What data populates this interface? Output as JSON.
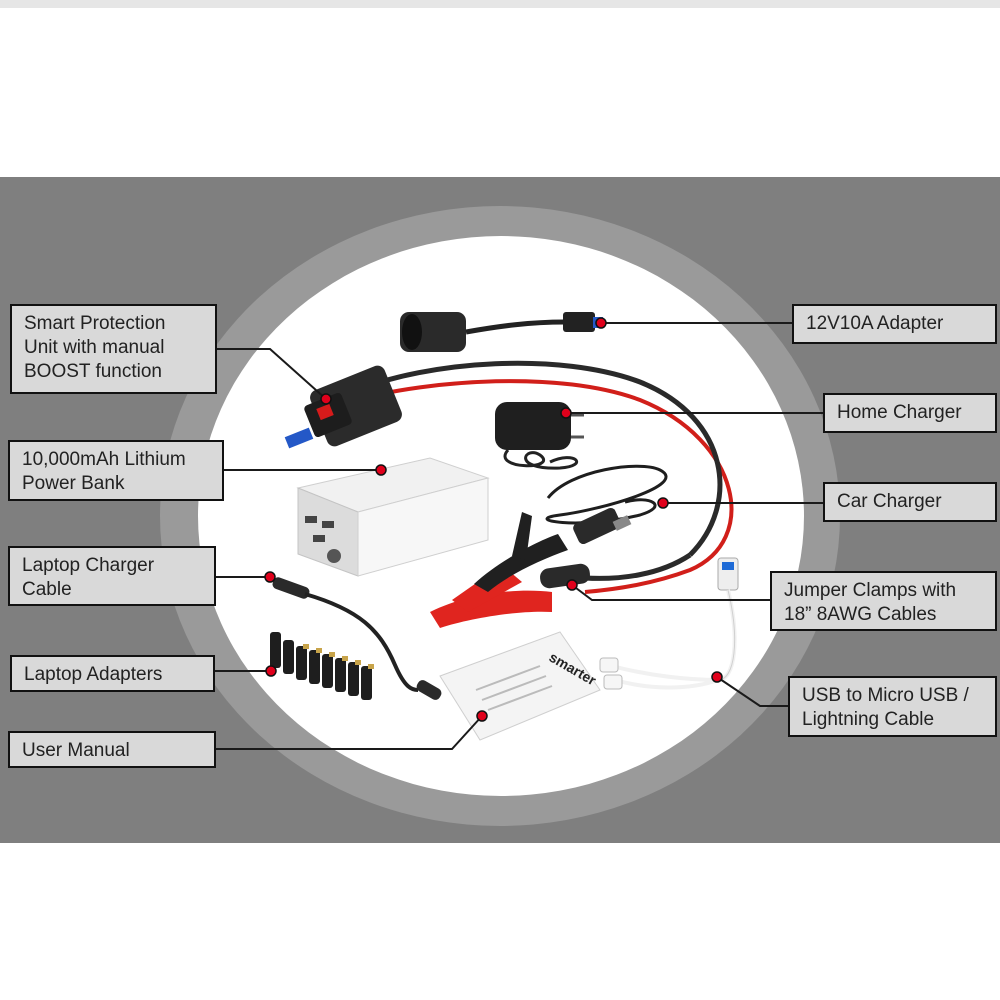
{
  "labels": {
    "smart_protection": "Smart Protection\nUnit with manual\nBOOST function",
    "power_bank": "10,000mAh Lithium\nPower Bank",
    "laptop_charger_cable": "Laptop Charger\nCable",
    "laptop_adapters": "Laptop Adapters",
    "user_manual": "User Manual",
    "adapter_12v": "12V10A Adapter",
    "home_charger": "Home Charger",
    "car_charger": "Car Charger",
    "jumper_clamps": "Jumper Clamps with\n18” 8AWG Cables",
    "usb_cable": "USB to Micro USB /\nLightning Cable"
  },
  "manual_brand": "smarter",
  "colors": {
    "panel": "#7f7f7f",
    "label_bg": "#d9d9d9",
    "marker": "#e0001b",
    "clamp": "#e0251f"
  }
}
